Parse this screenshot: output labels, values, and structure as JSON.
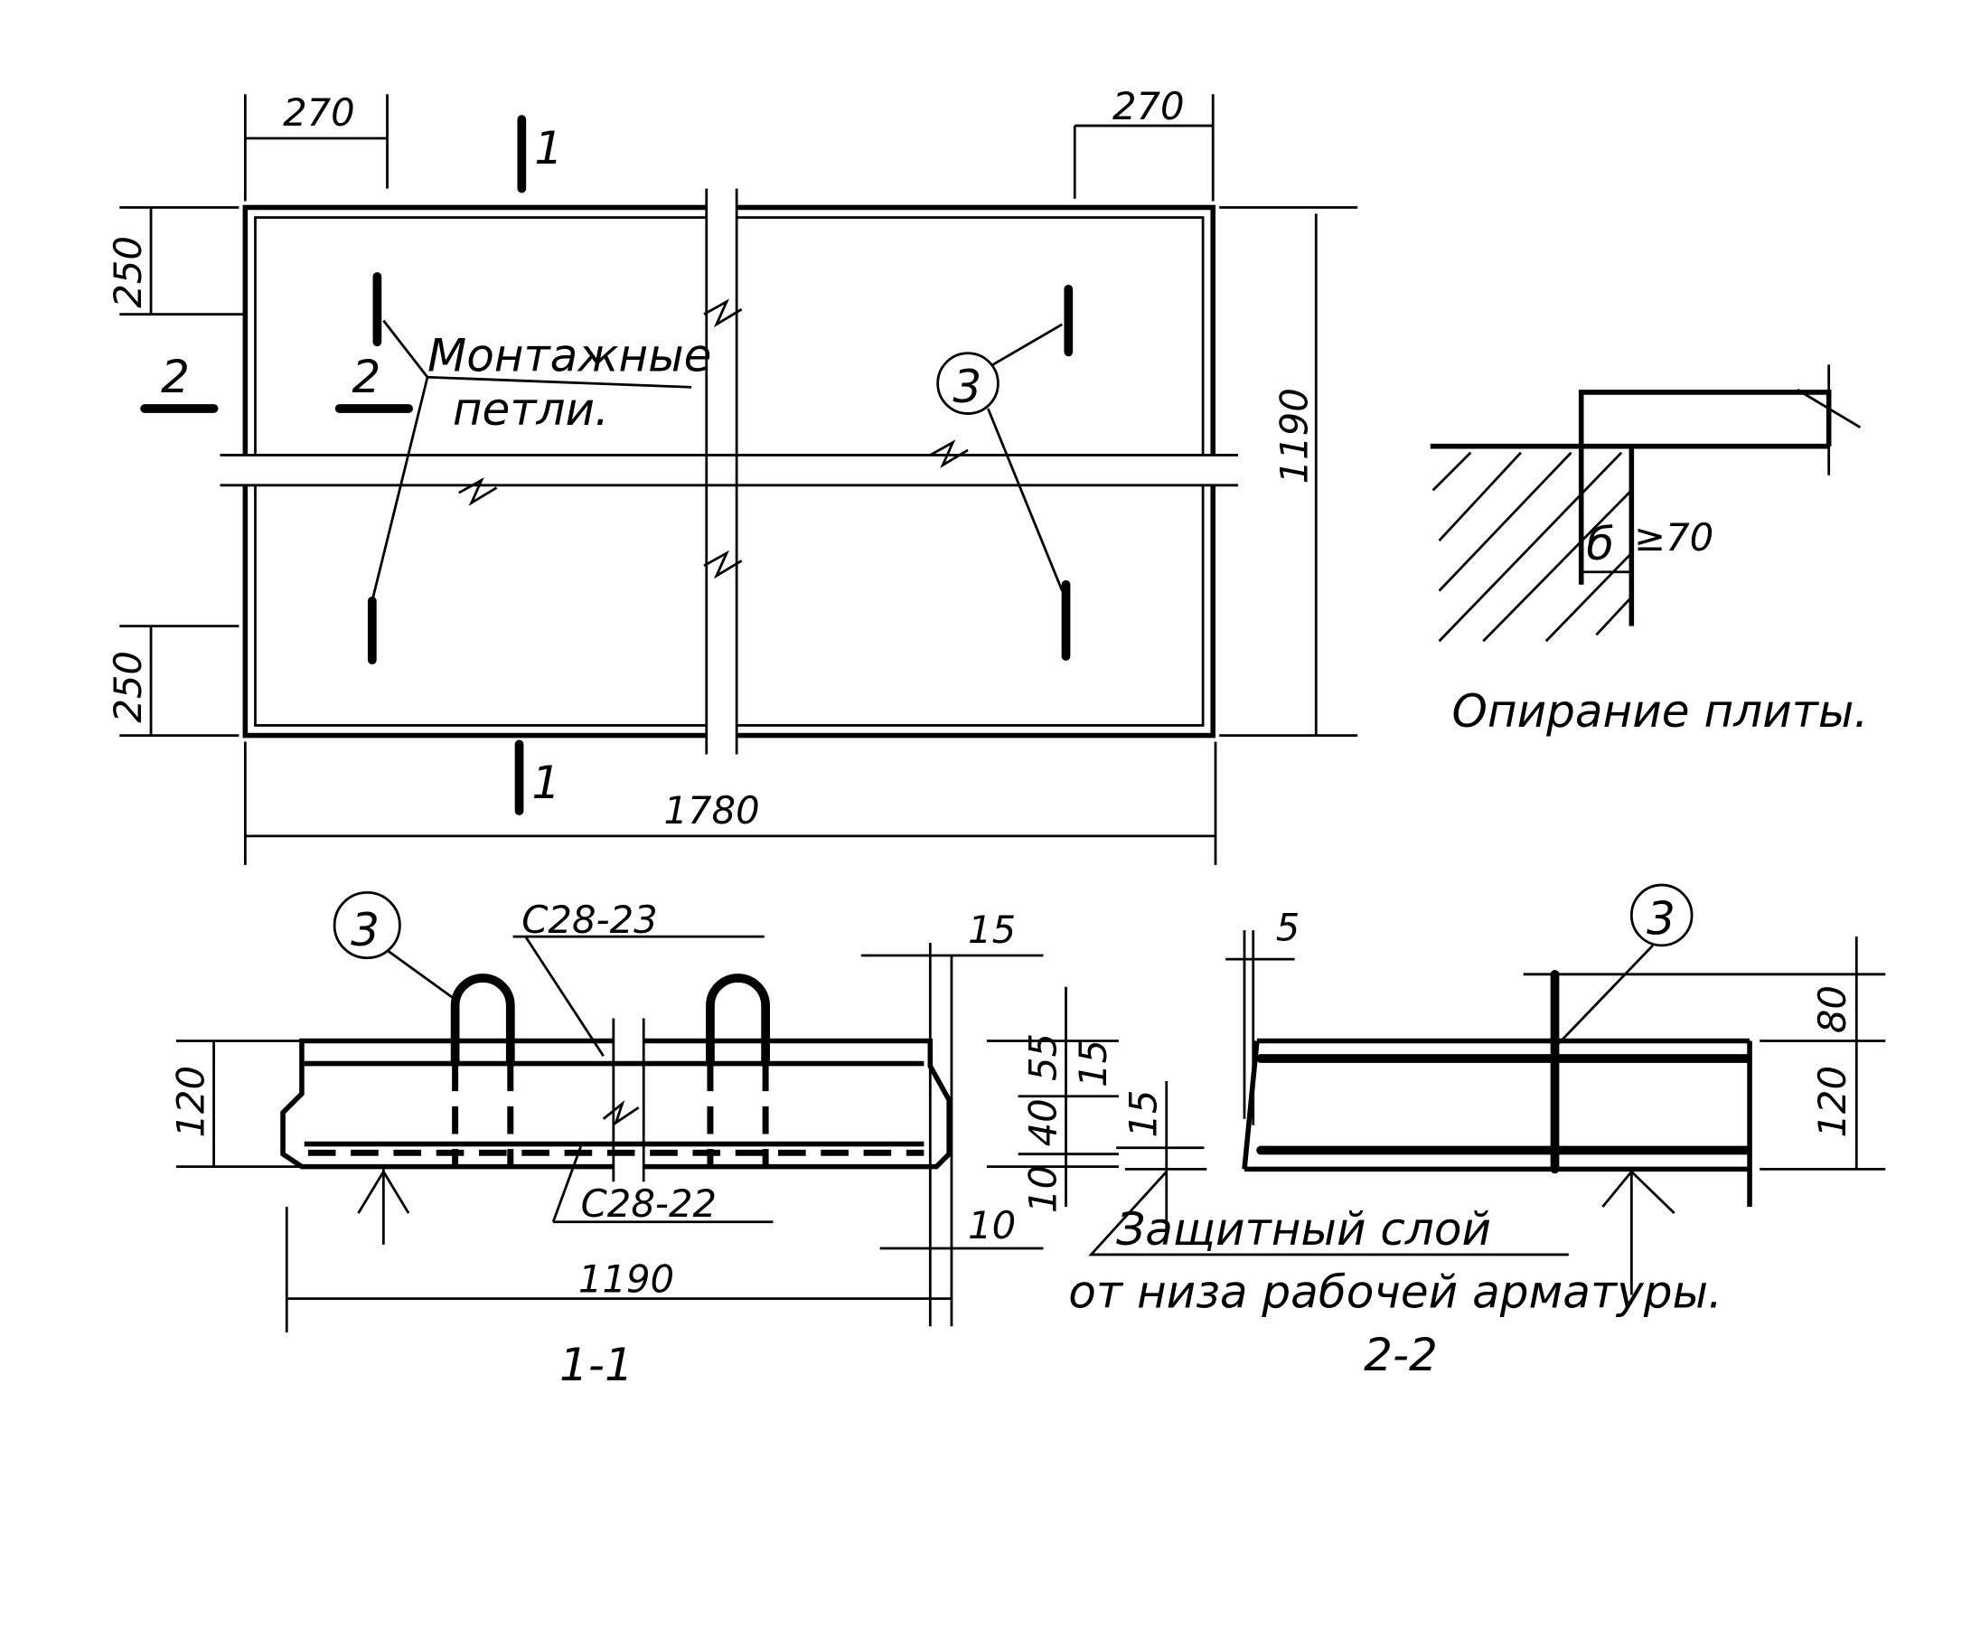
{
  "plan": {
    "dim_left_270": "270",
    "dim_right_270": "270",
    "dim_top_250": "250",
    "dim_bottom_250": "250",
    "dim_height_1190": "1190",
    "dim_width_1780": "1780",
    "section_1_top": "1",
    "section_1_bottom": "1",
    "section_2_left": "2",
    "section_2_inner": "2",
    "lifting_loops_line1": "Монтажные",
    "lifting_loops_line2": "петли.",
    "callout_3": "3"
  },
  "support_detail": {
    "b_label": "б",
    "b_value": "≥70",
    "caption": "Опирание плиты."
  },
  "section_1_1": {
    "callout_3": "3",
    "mesh_top": "С28-23",
    "mesh_bottom": "С28-22",
    "dim_15_top": "15",
    "dim_120": "120",
    "dim_55": "55",
    "dim_15_mid": "15",
    "dim_40": "40",
    "dim_10_left": "10",
    "dim_10_right": "10",
    "dim_1190": "1190",
    "title": "1-1"
  },
  "section_2_2": {
    "callout_3": "3",
    "dim_5": "5",
    "dim_15": "15",
    "dim_80": "80",
    "dim_120": "120",
    "note_line1": "Защитный слой",
    "note_line2": "от низа рабочей арматуры.",
    "title": "2-2"
  }
}
